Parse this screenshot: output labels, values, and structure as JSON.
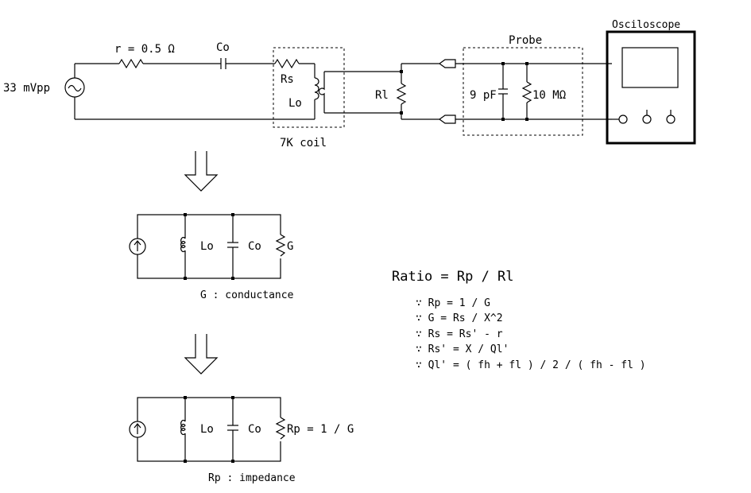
{
  "source": {
    "amplitude": "33 mVpp"
  },
  "series_resistor": {
    "label": "r = 0.5 Ω"
  },
  "capacitor": {
    "label": "Co"
  },
  "coil": {
    "rs_label": "Rs",
    "lo_label": "Lo",
    "name": "7K coil"
  },
  "load": {
    "label": "Rl"
  },
  "probe": {
    "title": "Probe",
    "cap_label": "9 pF",
    "res_label": "10 MΩ"
  },
  "scope": {
    "title": "Osciloscope"
  },
  "equiv1": {
    "lo_label": "Lo",
    "co_label": "Co",
    "g_label": "G",
    "caption": "G : conductance"
  },
  "equiv2": {
    "lo_label": "Lo",
    "co_label": "Co",
    "rp_label": "Rp = 1 / G",
    "caption": "Rp : impedance"
  },
  "formulas": {
    "main": "Ratio = Rp / Rl",
    "lines": [
      "∵ Rp = 1 / G",
      "∵ G = Rs / X^2",
      "∵ Rs = Rs' - r",
      "∵ Rs' = X / Ql'",
      "∵ Ql' = ( fh + fl ) / 2 / ( fh - fl )"
    ]
  }
}
